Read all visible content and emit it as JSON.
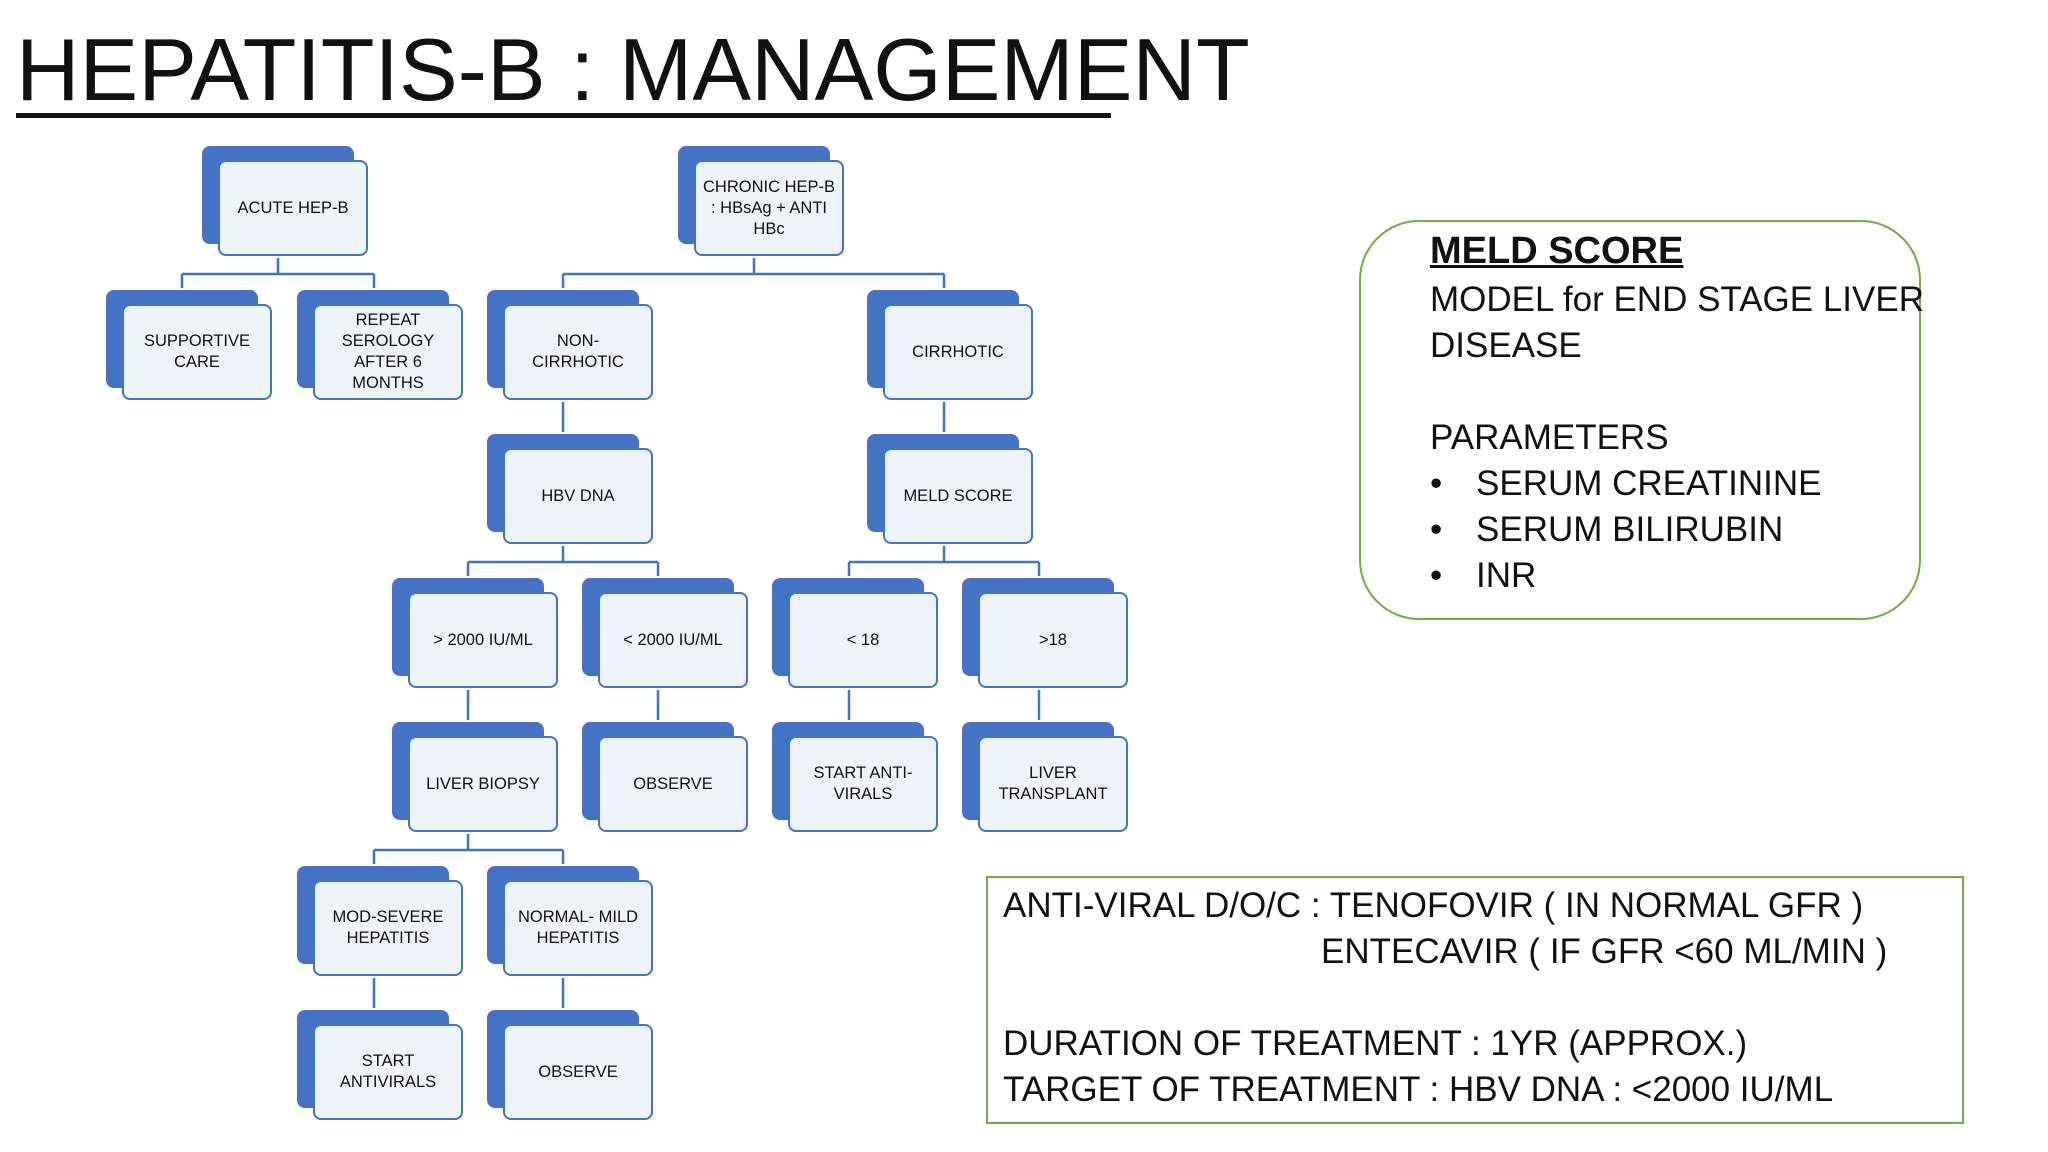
{
  "title": "HEPATITIS-B : MANAGEMENT",
  "colors": {
    "node_fill": "#4472c4",
    "node_face": "#eef2f9",
    "box_border": "#70ad47"
  },
  "nodes": {
    "acute": "ACUTE HEP-B",
    "chronic": "CHRONIC HEP-B : HBsAg + ANTI HBc",
    "supportive": "SUPPORTIVE CARE",
    "repeat": "REPEAT SEROLOGY AFTER 6 MONTHS",
    "noncirrhotic": "NON- CIRRHOTIC",
    "cirrhotic": "CIRRHOTIC",
    "hbvdna": "HBV DNA",
    "meldscore": "MELD SCORE",
    "gt2000": "> 2000 IU/ML",
    "lt2000": "< 2000 IU/ML",
    "lt18": "< 18",
    "gt18": ">18",
    "biopsy": "LIVER BIOPSY",
    "observe1": "OBSERVE",
    "startanti": "START ANTI-VIRALS",
    "transplant": "LIVER TRANSPLANT",
    "modsevere": "MOD-SEVERE HEPATITIS",
    "normalmild": "NORMAL- MILD HEPATITIS",
    "startantivirals": "START ANTIVIRALS",
    "observe2": "OBSERVE"
  },
  "meld": {
    "heading": "MELD SCORE",
    "line1": "MODEL for END STAGE LIVER",
    "line2": "DISEASE",
    "params_heading": "PARAMETERS",
    "params": [
      "SERUM CREATININE",
      "SERUM BILIRUBIN",
      "INR"
    ],
    "bullet": "•"
  },
  "treatment": {
    "line1": "ANTI-VIRAL D/O/C : TENOFOVIR ( IN NORMAL GFR )",
    "line2": "ENTECAVIR  ( IF GFR <60 ML/MIN )",
    "line3": "DURATION OF TREATMENT : 1YR (APPROX.)",
    "line4": "TARGET OF TREATMENT : HBV DNA : <2000 IU/ML"
  }
}
